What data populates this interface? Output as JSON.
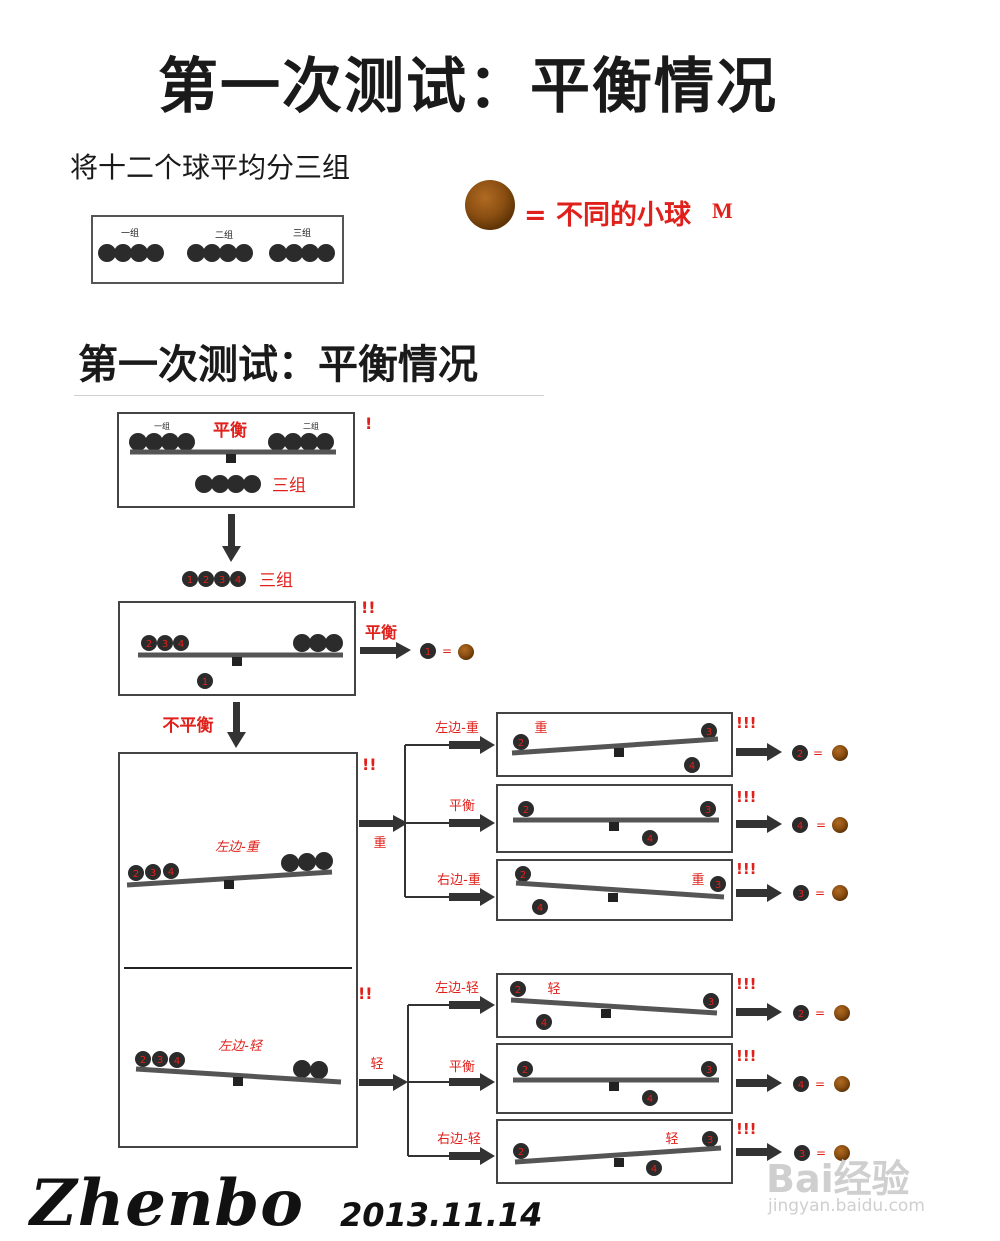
{
  "title": "第一次测试：平衡情况",
  "intro": "将十二个球平均分三组",
  "legend": {
    "text": "= 不同的小球",
    "symbol": "M"
  },
  "subtitle": "第一次测试：平衡情况",
  "labels": {
    "group1": "一组",
    "group2": "二组",
    "group3": "三组",
    "balanced": "平衡",
    "unbalanced": "不平衡",
    "left_heavy": "左边-重",
    "left_light": "左边-轻",
    "right_heavy": "右边-重",
    "right_light": "右边-轻",
    "heavy": "重",
    "light": "轻",
    "equals": "=",
    "mark1": "!",
    "mark2": "!!",
    "mark3": "!!!"
  },
  "ball_numbers": [
    "1",
    "2",
    "3",
    "4"
  ],
  "colors": {
    "accent": "#e0201b",
    "ball": "#2b2b2b",
    "beam": "#555555",
    "odd_ball": "#8b4f12"
  },
  "footer": {
    "signature": "Zhenbo",
    "date": "2013.11.14"
  },
  "watermark": {
    "brand": "Bai经验",
    "url": "jingyan.baidu.com"
  }
}
